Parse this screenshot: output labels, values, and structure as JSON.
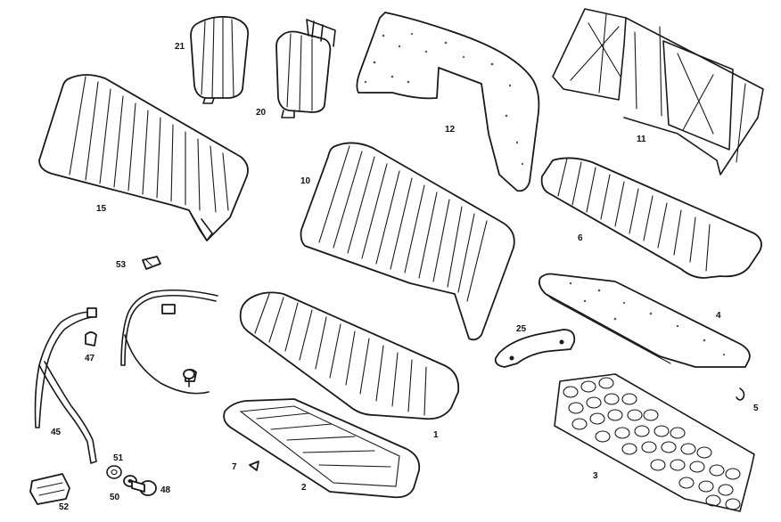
{
  "diagram": {
    "parts": [
      {
        "id": "p21",
        "label": "21"
      },
      {
        "id": "p20",
        "label": "20"
      },
      {
        "id": "p12",
        "label": "12"
      },
      {
        "id": "p11",
        "label": "11"
      },
      {
        "id": "p15",
        "label": "15"
      },
      {
        "id": "p10",
        "label": "10"
      },
      {
        "id": "p6",
        "label": "6"
      },
      {
        "id": "p53",
        "label": "53"
      },
      {
        "id": "p4",
        "label": "4"
      },
      {
        "id": "p25",
        "label": "25"
      },
      {
        "id": "p47",
        "label": "47"
      },
      {
        "id": "p1",
        "label": "1"
      },
      {
        "id": "p5",
        "label": "5"
      },
      {
        "id": "p45",
        "label": "45"
      },
      {
        "id": "p51",
        "label": "51"
      },
      {
        "id": "p7",
        "label": "7"
      },
      {
        "id": "p2",
        "label": "2"
      },
      {
        "id": "p3",
        "label": "3"
      },
      {
        "id": "p50",
        "label": "50"
      },
      {
        "id": "p48",
        "label": "48"
      },
      {
        "id": "p52",
        "label": "52"
      }
    ]
  }
}
